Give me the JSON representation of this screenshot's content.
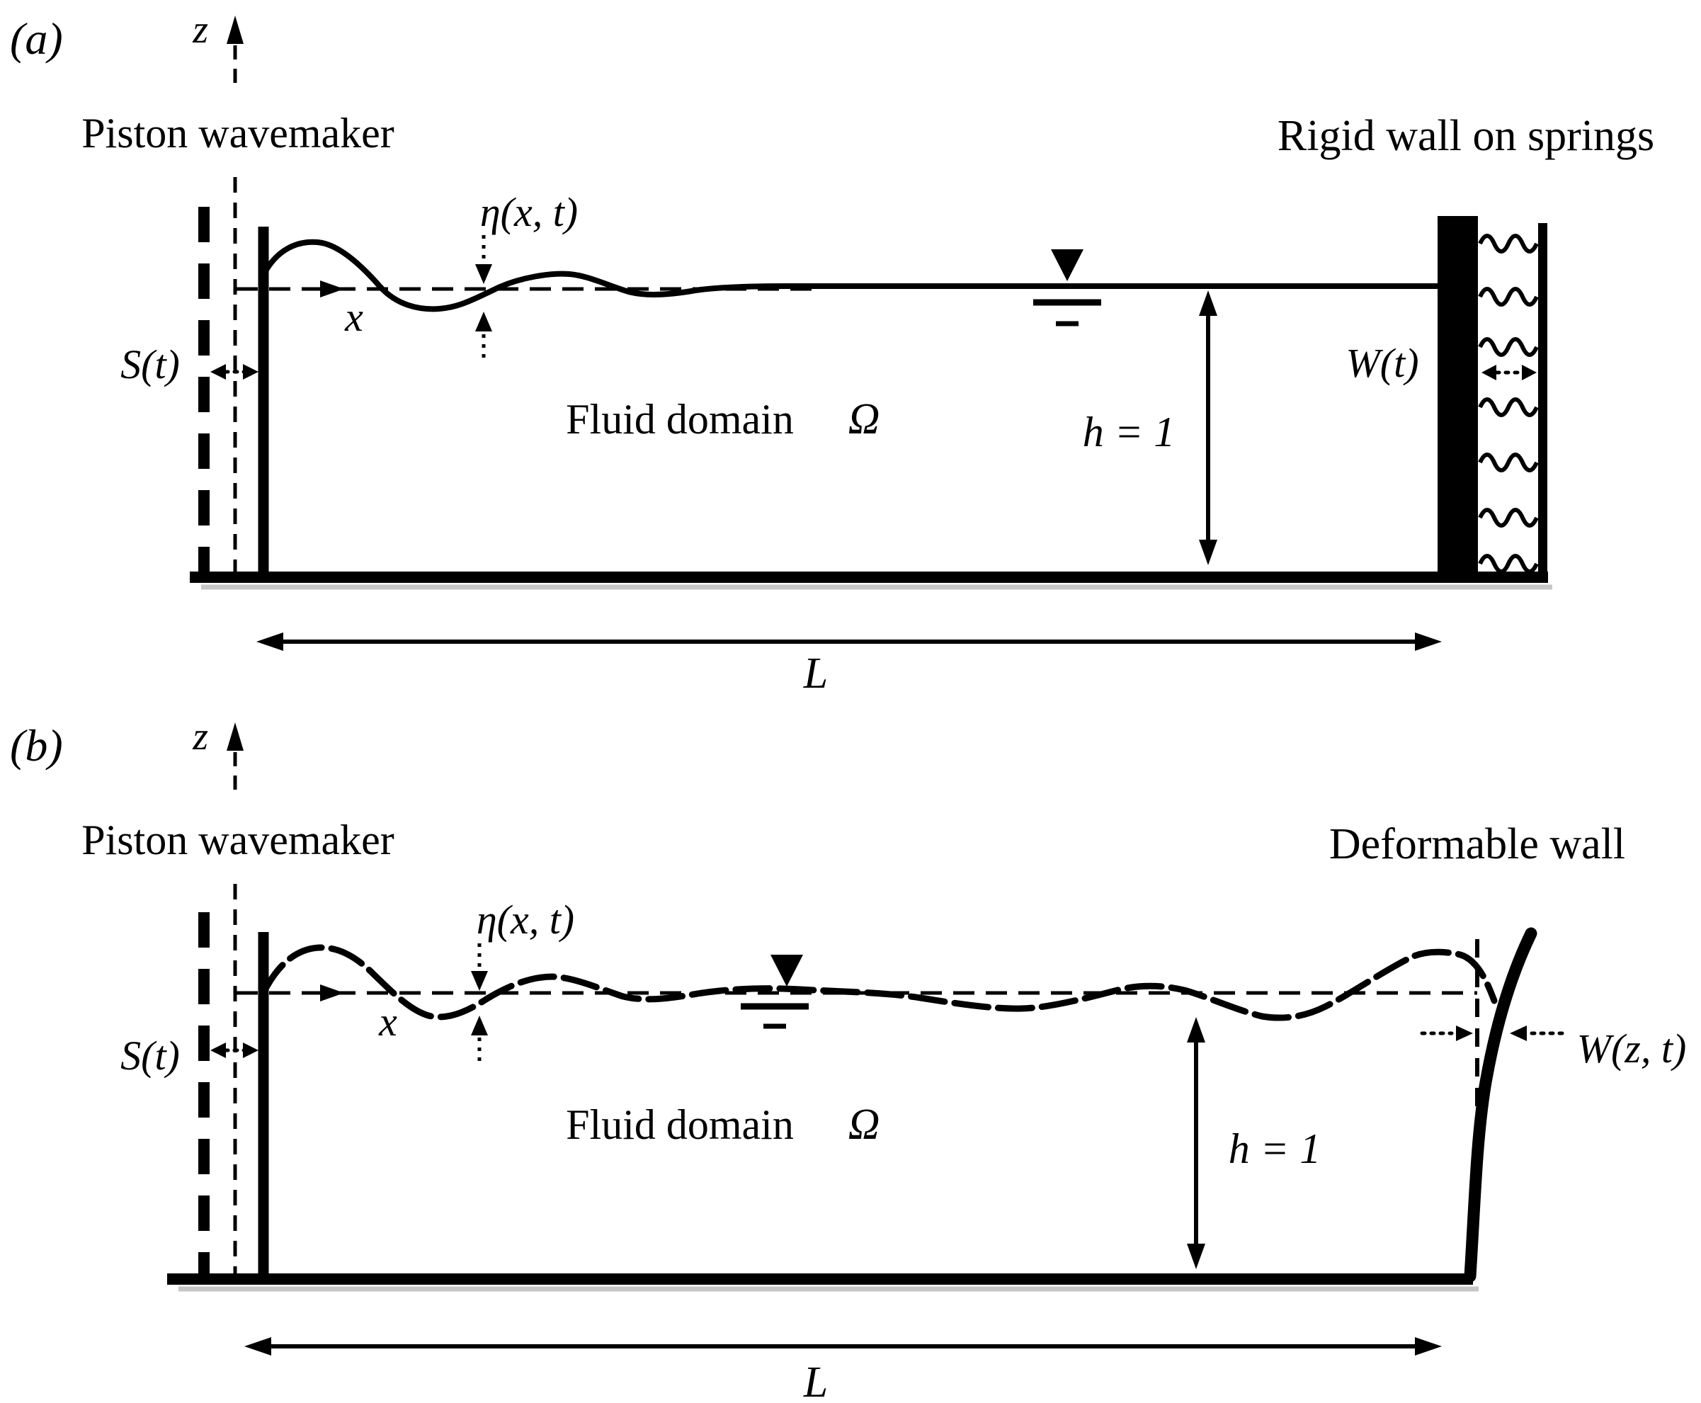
{
  "figure": {
    "colors": {
      "ink": "#000000",
      "background": "#ffffff",
      "shadow": "#c6c6c6"
    },
    "panels": [
      {
        "tag": "(a)",
        "left_title": "Piston wavemaker",
        "right_title": "Rigid wall on springs",
        "z_axis_label": "z",
        "x_axis_label": "x",
        "piston_stroke_label": "S(t)",
        "surface_elevation_label": "η(x, t)",
        "fluid_domain_label": "Fluid domain",
        "fluid_domain_symbol": "Ω",
        "depth_label": "h = 1",
        "wall_displacement_label": "W(t)",
        "tank_length_label": "L"
      },
      {
        "tag": "(b)",
        "left_title": "Piston wavemaker",
        "right_title": "Deformable wall",
        "z_axis_label": "z",
        "x_axis_label": "x",
        "piston_stroke_label": "S(t)",
        "surface_elevation_label": "η(x, t)",
        "fluid_domain_label": "Fluid domain",
        "fluid_domain_symbol": "Ω",
        "depth_label": "h = 1",
        "wall_displacement_label": "W(z, t)",
        "tank_length_label": "L"
      }
    ]
  }
}
